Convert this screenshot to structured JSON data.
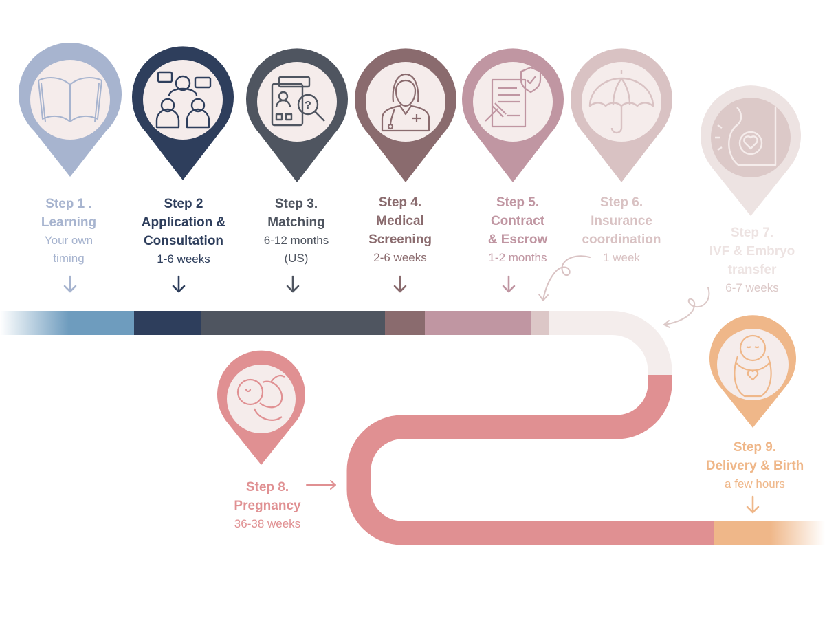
{
  "steps": [
    {
      "step": "Step 1 .",
      "name_lines": [
        "Learning"
      ],
      "duration_lines": [
        "Your own",
        "timing"
      ],
      "color": "#A7B4CF",
      "icon": "open-book-icon"
    },
    {
      "step": "Step 2",
      "name_lines": [
        "Application &",
        "Consultation"
      ],
      "duration_lines": [
        "1-6 weeks"
      ],
      "color": "#2E3E5C",
      "icon": "consultation-people-icon"
    },
    {
      "step": "Step 3.",
      "name_lines": [
        "Matching"
      ],
      "duration_lines": [
        "6-12 months",
        "(US)"
      ],
      "color": "#4F5560",
      "icon": "profile-search-icon"
    },
    {
      "step": "Step 4.",
      "name_lines": [
        "Medical",
        "Screening"
      ],
      "duration_lines": [
        "2-6 weeks"
      ],
      "color": "#8A6B6E",
      "icon": "doctor-icon"
    },
    {
      "step": "Step 5.",
      "name_lines": [
        "Contract",
        "& Escrow"
      ],
      "duration_lines": [
        "1-2 months"
      ],
      "color": "#C096A2",
      "icon": "contract-gavel-icon"
    },
    {
      "step": "Step 6.",
      "name_lines": [
        "Insurance",
        "coordination"
      ],
      "duration_lines": [
        "1 week"
      ],
      "color": "#D9C2C3",
      "icon": "umbrella-icon"
    },
    {
      "step": "Step 7.",
      "name_lines": [
        "IVF & Embryo",
        "transfer"
      ],
      "duration_lines": [
        "6-7 weeks"
      ],
      "color": "#EDE3E2",
      "icon": "pregnant-belly-heart-icon"
    },
    {
      "step": "Step 8.",
      "name_lines": [
        "Pregnancy"
      ],
      "duration_lines": [
        "36-38 weeks"
      ],
      "color": "#E09092",
      "icon": "fetus-icon"
    },
    {
      "step": "Step 9.",
      "name_lines": [
        "Delivery & Birth"
      ],
      "duration_lines": [
        "a few hours"
      ],
      "color": "#EFB789",
      "icon": "swaddled-baby-icon"
    }
  ],
  "colors": {
    "icon_fill": "#F5ECEB",
    "step1_bar": "#6E9CBE",
    "step7_bar": "#F4EDEC"
  }
}
